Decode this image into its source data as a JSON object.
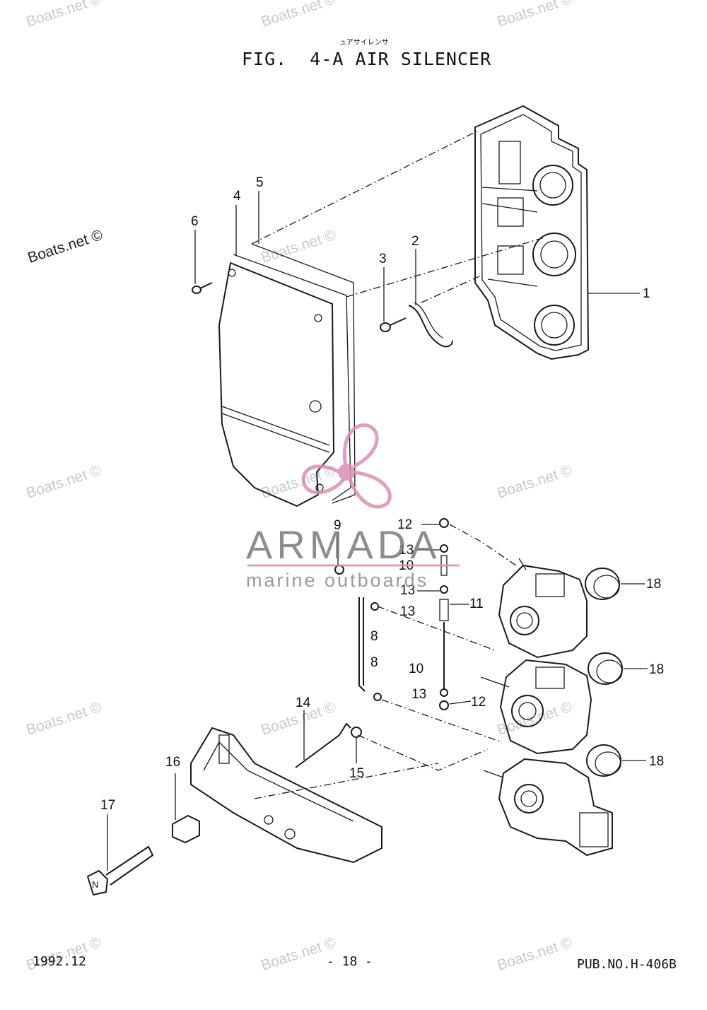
{
  "figure": {
    "kana": "ュアサイレンサ",
    "title": "FIG.  4-A AIR SILENCER"
  },
  "callouts": [
    "1",
    "2",
    "3",
    "4",
    "5",
    "6",
    "8",
    "8",
    "9",
    "10",
    "10",
    "11",
    "12",
    "12",
    "13",
    "13",
    "13",
    "13",
    "14",
    "15",
    "16",
    "17",
    "18",
    "18",
    "18"
  ],
  "watermarks": {
    "text": "Boats.net ©"
  },
  "logo": {
    "name": "ARMADA",
    "tagline": "marine outboards",
    "accent_color": "#d98fb4"
  },
  "footer": {
    "date": "1992.12",
    "page": "- 18 -",
    "pub_no": "PUB.NO.H-406B"
  }
}
